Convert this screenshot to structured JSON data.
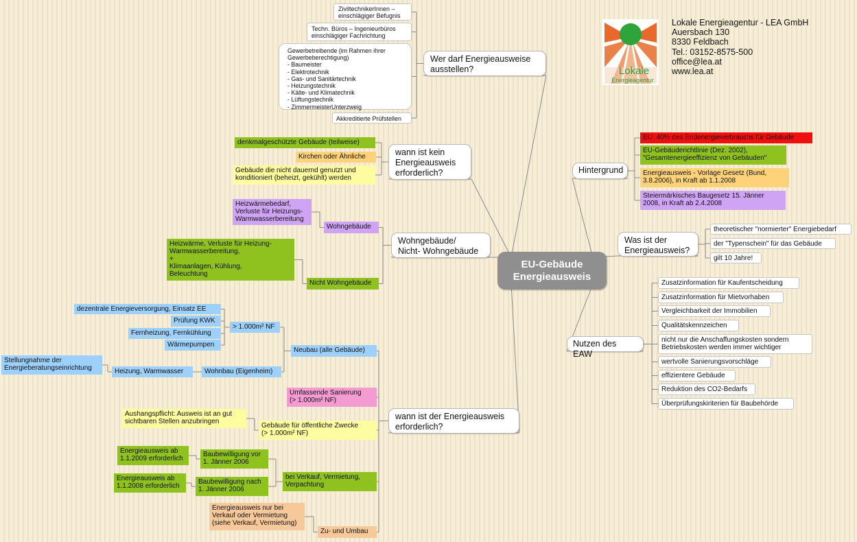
{
  "center": {
    "label": "EU-Gebäude\nEnergieausweis"
  },
  "company": {
    "lines": [
      "Lokale Energieagentur - LEA GmbH",
      "Auersbach 130",
      "8330 Feldbach",
      "Tel.: 03152-8575-500",
      "office@lea.at",
      "www.lea.at"
    ],
    "logo": {
      "word1": "Lokale",
      "word2": "Energieagentur",
      "colors": {
        "sun": "#2ea43a",
        "rays": "#e76a2c",
        "light": "#f3b28b",
        "text": "#2e9c3a"
      }
    }
  },
  "branches": {
    "wer": {
      "label": "Wer darf Energieausweise\nausstellen?",
      "items": [
        "ZiviltechnikerInnen –\neinschlägiger Befugnis",
        "Techn. Büros – Ingenieurbüros\neinschlägiger Fachrichtung",
        "Gewerbetreibende (im Rahmen ihrer\nGewerbeberechtigung)\n- Baumeister\n- Elektrotechnik\n- Gas- und Sanitärtechnik\n- Heizungstechnik\n- Kälte- und Klimatechnik\n- Lüftungstechnik\n- ZimmermeisterUnterzweig",
        "Akkreditierte Prüfstellen"
      ]
    },
    "kein": {
      "label": "wann ist kein\nEnergieausweis\nerforderlich?",
      "items": [
        "denkmalgeschützte Gebäude (teilweise)",
        "Kirchen oder Ähnliche",
        "Gebäude die nicht dauernd genutzt und\nkonditioniert (beheizt, gekühlt) werden"
      ]
    },
    "wohn": {
      "label": "Wohngebäude/\nNicht- Wohngebäude",
      "wohngebaeude": {
        "label": "Wohngebäude",
        "detail": "Heizwärmebedarf,\nVerluste für Heizungs-\nWarmwasserbereitung"
      },
      "nicht": {
        "label": "Nicht Wohngebäude",
        "detail": "Heizwärme,  Verluste für Heizung-\nWarmwasserbereitung,\n+\nKlimaanlagen, Kühlung,\nBeleuchtung"
      }
    },
    "wann": {
      "label": "wann ist der Energieausweis\nerforderlich?",
      "neubau": {
        "label": "Neubau (alle Gebäude)",
        "nf": {
          "label": "> 1.000m² NF",
          "items": [
            "dezentrale Energieversorgung, Einsatz EE",
            "Prüfung KWK",
            "Fernheizung, Fernkühlung",
            "Wärmepumpen"
          ]
        },
        "wohnbau": {
          "label": "Wohnbau (Eigenheim)",
          "heizung": "Heizung, Warmwasser",
          "stellung": "Stellungnahme der\nEnergieberatungseinrichtung"
        }
      },
      "sanierung": "Umfassende Sanierung\n(> 1.000m² NF)",
      "oeffentlich": {
        "label": "Gebäude für öffentliche Zwecke\n(> 1.000m² NF)",
        "detail": "Aushangspflicht: Ausweis ist an gut\nsichtbaren Stellen anzubringen"
      },
      "verkauf": {
        "label": "bei Verkauf, Vermietung,\nVerpachtung",
        "vor": {
          "label": "Baubewilligung vor\n1. Jänner 2006",
          "detail": "Energieausweis  ab\n1.1.2009 erforderlich"
        },
        "nach": {
          "label": "Baubewilligung nach\n1. Jänner 2006",
          "detail": "Energieausweis ab\n1.1.2008 erforderlich"
        }
      },
      "umbau": {
        "label": "Zu- und Umbau",
        "detail": "Energieausweis nur bei\nVerkauf oder Vermietung\n(siehe Verkauf, Vermietung)"
      }
    },
    "hinter": {
      "label": "Hintergrund",
      "items": [
        "EU: 40% des Endenergieverbrauchs für Gebäude",
        "EU-Gebäuderichtlinie (Dez. 2002),\n\"Gesamtenergieeffizienz von Gebäuden\"",
        "Energieausweis - Vorlage Gesetz (Bund,\n3.8.2006), in Kraft ab 1.1.2008",
        "Steiermärkisches Baugesetz 15. Jänner\n2008, in Kraft ab 2.4.2008"
      ]
    },
    "was": {
      "label": "Was ist der\nEnergieausweis?",
      "items": [
        "theoretischer \"normierter\" Energiebedarf",
        "der \"Typenschein\" für das Gebäude",
        "gilt 10 Jahre!"
      ]
    },
    "nutzen": {
      "label": "Nutzen des EAW",
      "items": [
        "Zusatzinformation für Kaufentscheidung",
        "Zusatzinformation für Mietvorhaben",
        "Vergleichbarkeit der Immobilien",
        "Qualitätskennzeichen",
        "nicht nur die Anschaffungskosten sondern\nBetriebskosten werden immer wichtiger",
        "wertvolle Sanierungsvorschläge",
        "effizientere Gebäude",
        "Reduktion des CO2-Bedarfs",
        "Überprüfungskiriterien für Baubehörde"
      ]
    }
  }
}
